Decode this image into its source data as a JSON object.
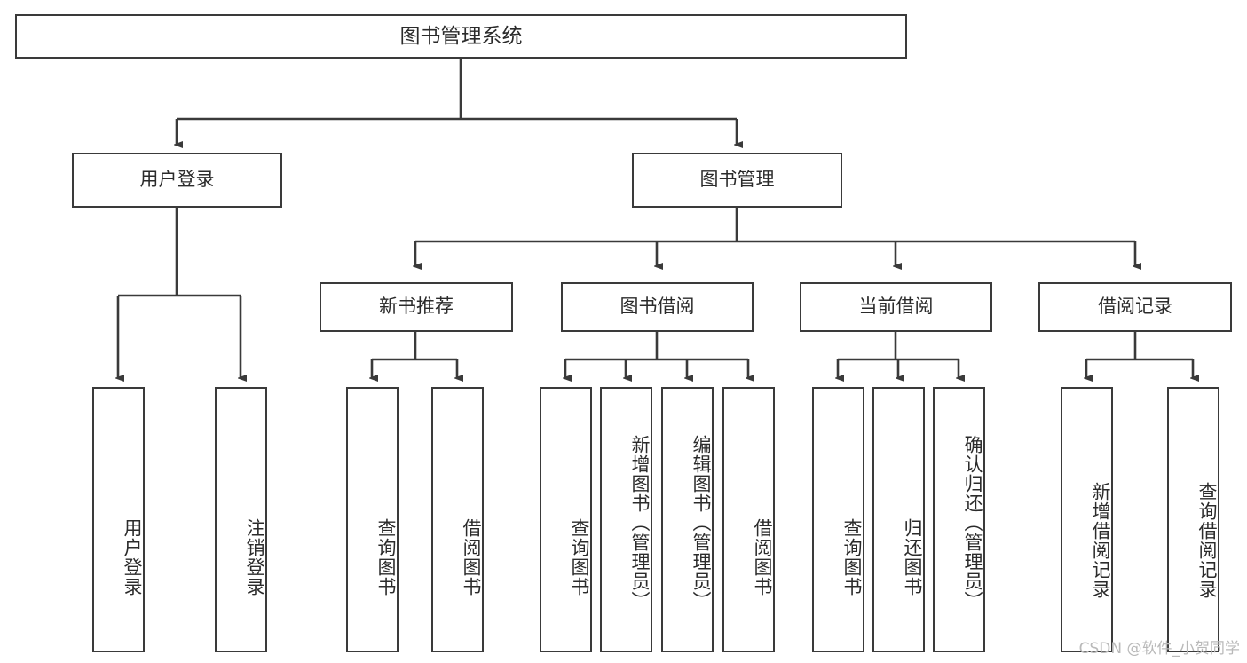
{
  "diagram": {
    "title": "图书管理系统",
    "type": "tree-hierarchy-chart",
    "watermark": "CSDN @软件_小贺同学",
    "line_color": "#3a3a3a",
    "text_color": "#2b2b2b",
    "background_color": "#ffffff"
  },
  "nodes": {
    "root": {
      "label": "图书管理系统"
    },
    "level1": [
      {
        "label": "用户登录"
      },
      {
        "label": "图书管理"
      }
    ],
    "level2": [
      {
        "label": "新书推荐"
      },
      {
        "label": "图书借阅"
      },
      {
        "label": "当前借阅"
      },
      {
        "label": "借阅记录"
      }
    ],
    "leaves": {
      "user_login": [
        {
          "label": "用户登录"
        },
        {
          "label": "注销登录"
        }
      ],
      "new_book_recommend": [
        {
          "label": "查询图书"
        },
        {
          "label": "借阅图书"
        }
      ],
      "book_borrow": [
        {
          "label": "查询图书"
        },
        {
          "label": "新增图书（管理员）"
        },
        {
          "label": "编辑图书（管理员）"
        },
        {
          "label": "借阅图书"
        }
      ],
      "current_borrow": [
        {
          "label": "查询图书"
        },
        {
          "label": "归还图书"
        },
        {
          "label": "确认归还（管理员）"
        }
      ],
      "borrow_record": [
        {
          "label": "新增借阅记录"
        },
        {
          "label": "查询借阅记录"
        }
      ]
    }
  }
}
